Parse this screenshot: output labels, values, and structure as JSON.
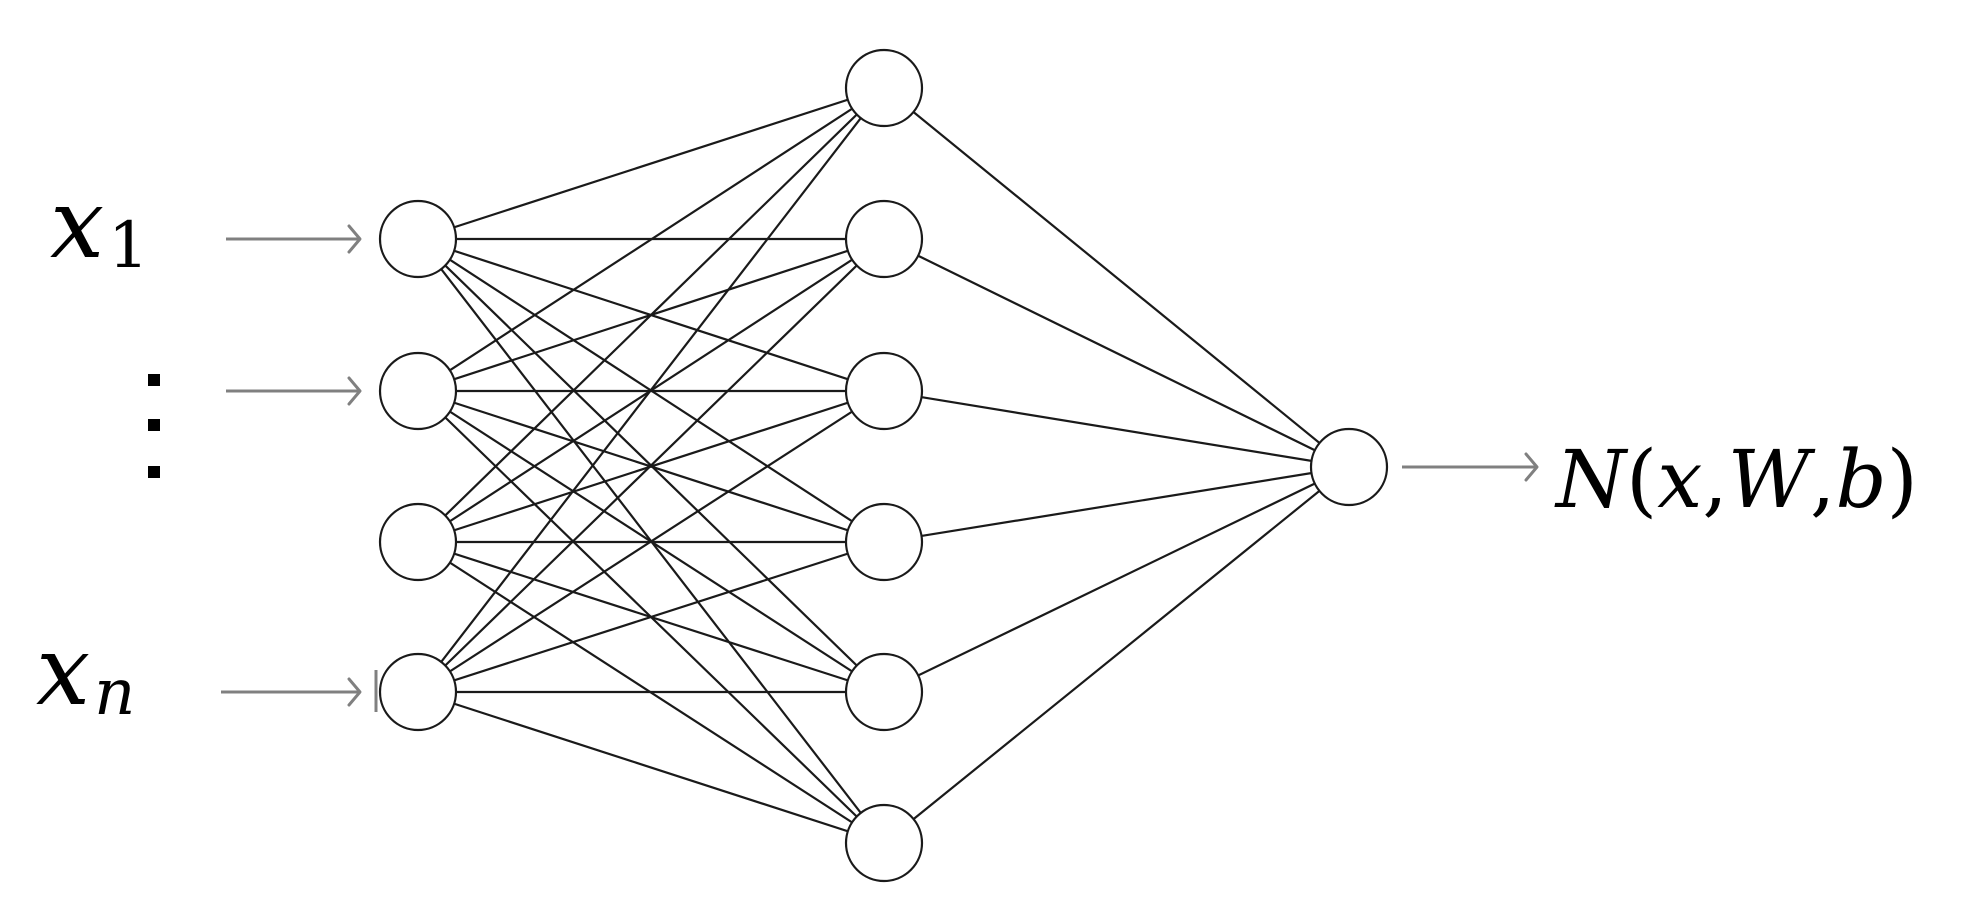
{
  "inputs": {
    "first": {
      "var": "x",
      "sub": "1"
    },
    "last": {
      "var": "x",
      "sub": "n"
    }
  },
  "output": {
    "func": "N",
    "open": "(",
    "arg1": "x",
    "sep1": ",",
    "arg2": "W",
    "sep2": ",",
    "arg3": "b",
    "close": ")"
  },
  "network": {
    "input_nodes": 4,
    "hidden_nodes": 6,
    "output_nodes": 1,
    "input_arrows_on": [
      0,
      1,
      3
    ]
  },
  "colors": {
    "edge": "#1a1a1a",
    "arrow": "#808080",
    "text": "#000000"
  },
  "icons": {
    "input_arrow": "right-arrow-icon",
    "output_arrow": "right-arrow-icon",
    "ellipsis": "vertical-ellipsis-icon"
  }
}
